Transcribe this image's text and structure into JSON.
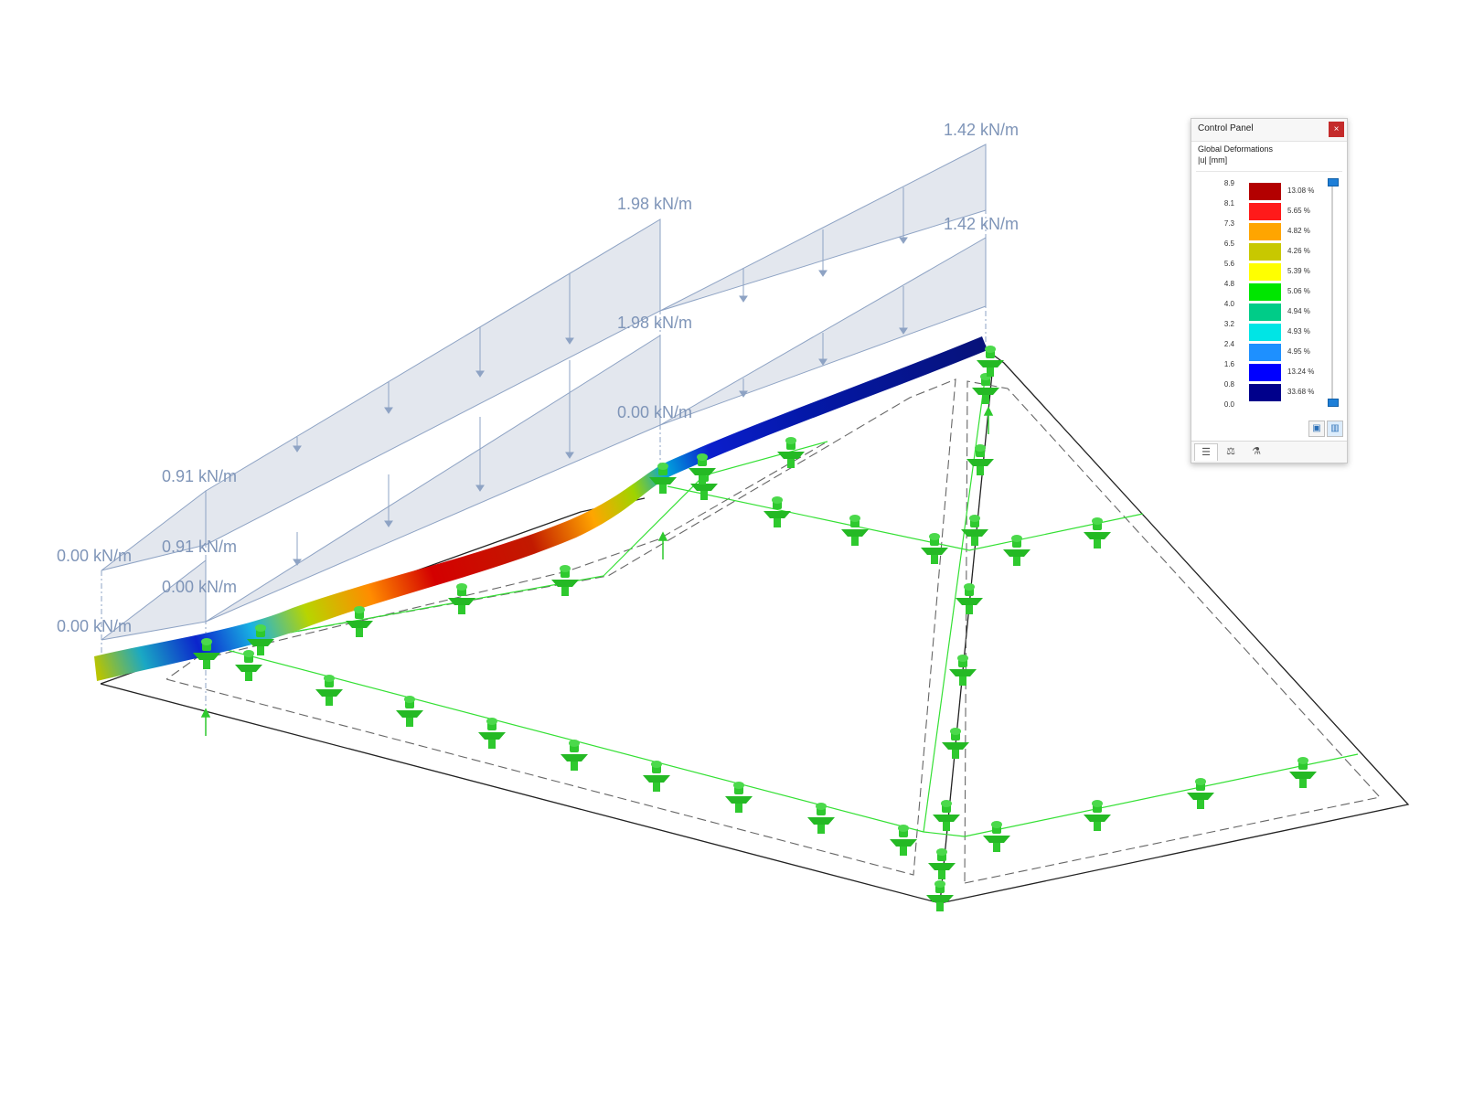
{
  "loads": {
    "labels": [
      "1.42 kN/m",
      "1.42 kN/m",
      "1.98 kN/m",
      "1.98 kN/m",
      "0.00 kN/m",
      "0.91 kN/m",
      "0.91 kN/m",
      "0.00 kN/m",
      "0.00 kN/m",
      "0.00 kN/m"
    ]
  },
  "control_panel": {
    "title": "Control Panel",
    "close_glyph": "×",
    "heading": "Global Deformations",
    "units": "|u| [mm]",
    "legend": {
      "ticks": [
        "8.9",
        "8.1",
        "7.3",
        "6.5",
        "5.6",
        "4.8",
        "4.0",
        "3.2",
        "2.4",
        "1.6",
        "0.8",
        "0.0"
      ],
      "bands": [
        {
          "color": "#b30000",
          "percent": "13.08 %"
        },
        {
          "color": "#ff1a1a",
          "percent": "5.65 %"
        },
        {
          "color": "#ffa500",
          "percent": "4.82 %"
        },
        {
          "color": "#c8c800",
          "percent": "4.26 %"
        },
        {
          "color": "#ffff00",
          "percent": "5.39 %"
        },
        {
          "color": "#00e600",
          "percent": "5.06 %"
        },
        {
          "color": "#00cc88",
          "percent": "4.94 %"
        },
        {
          "color": "#00e5e5",
          "percent": "4.93 %"
        },
        {
          "color": "#1e90ff",
          "percent": "4.95 %"
        },
        {
          "color": "#0000ff",
          "percent": "13.24 %"
        },
        {
          "color": "#00008b",
          "percent": "33.68 %"
        }
      ]
    },
    "buttons": [
      "export-icon",
      "color-scale-icon"
    ],
    "tabs": [
      "legend-tab",
      "balance-tab",
      "filter-tab"
    ]
  },
  "colors": {
    "support": "#2ec92e",
    "support_line": "#34e034",
    "load_fill": "#e3e7ee",
    "load_stroke": "#8ea3c4",
    "outline": "#222222"
  }
}
